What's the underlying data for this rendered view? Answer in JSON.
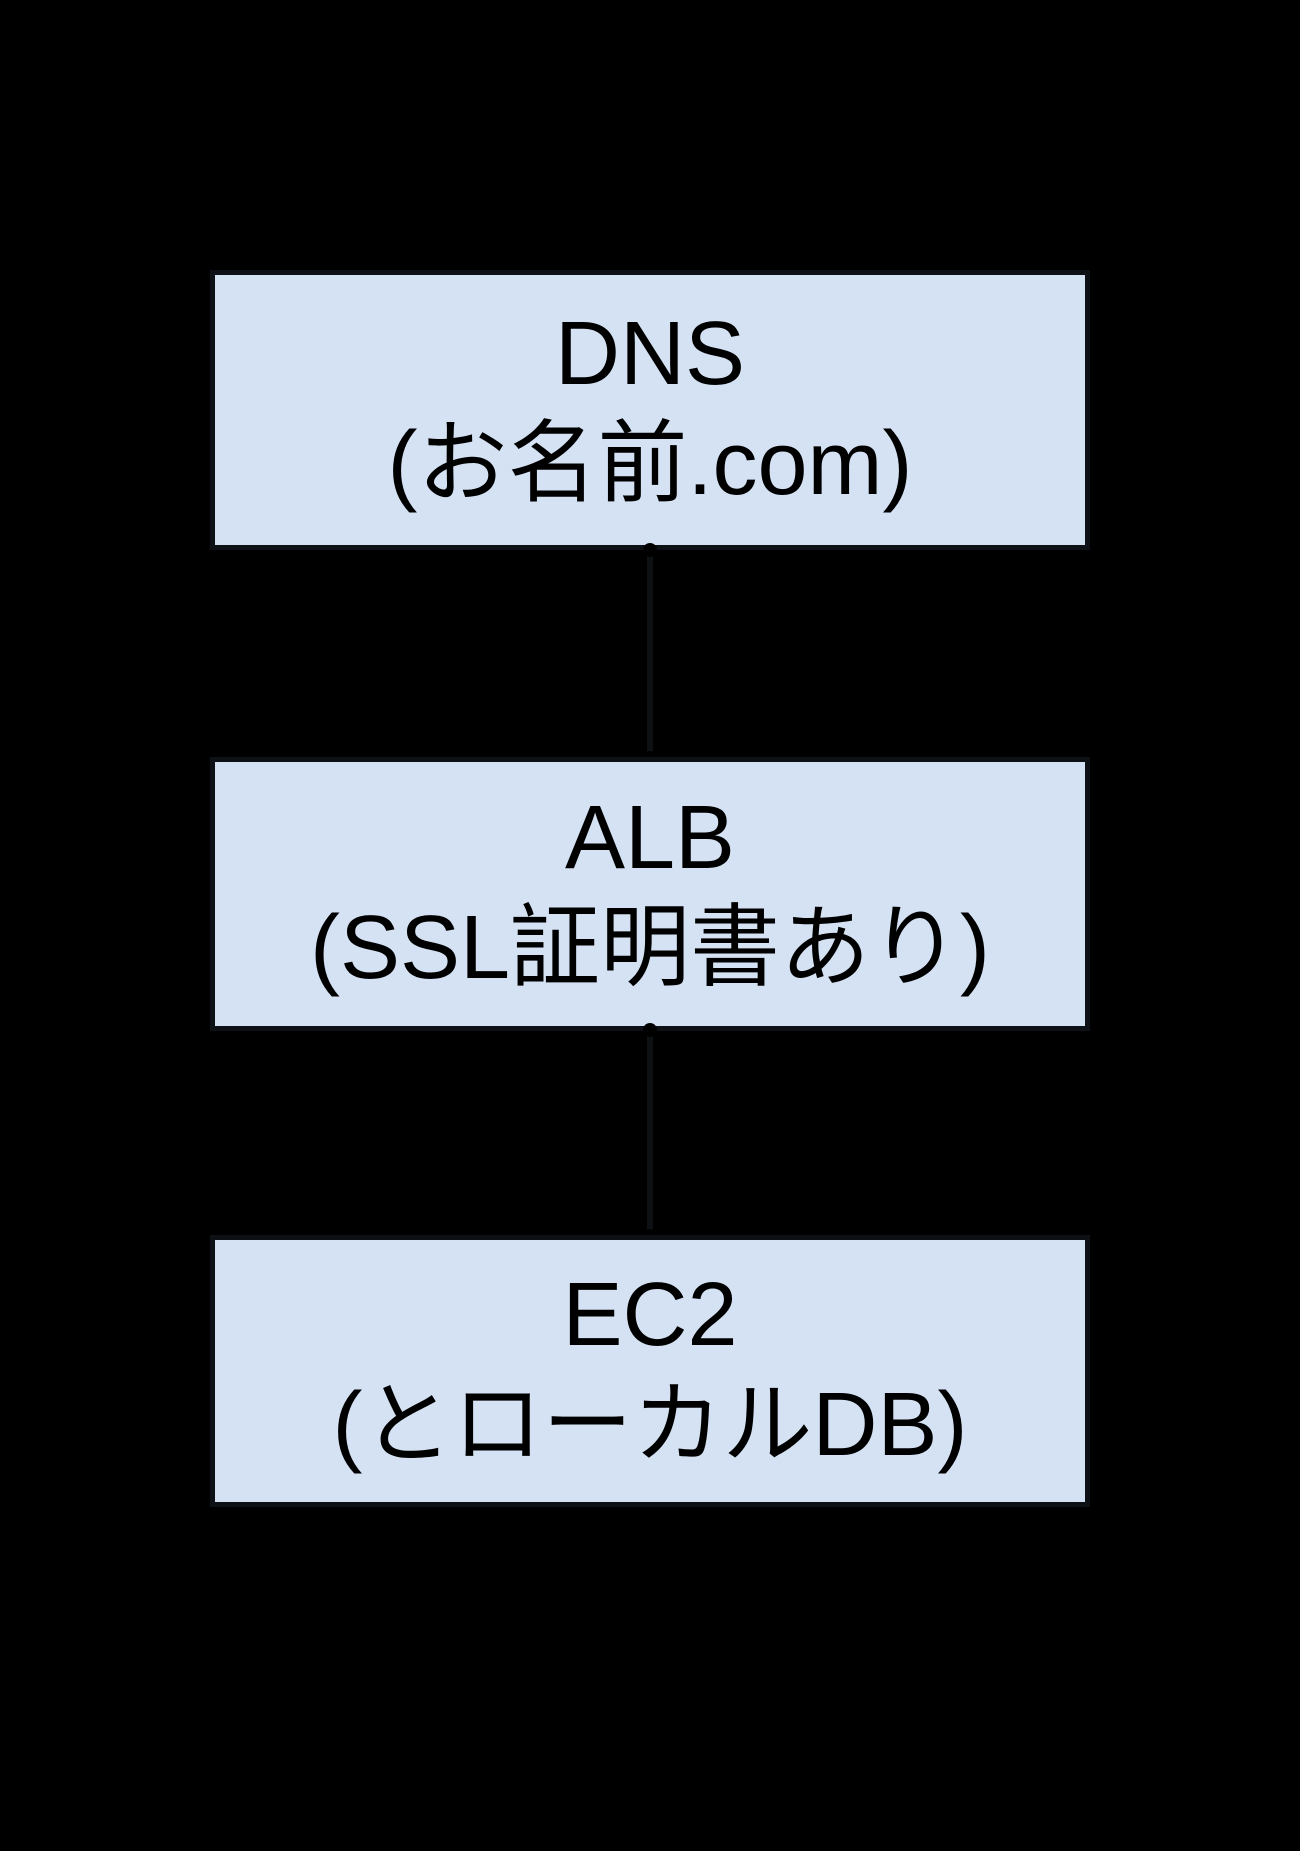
{
  "diagram": {
    "background_color": "#000000",
    "node_fill_color": "#d4e2f3",
    "node_border_color": "#0d1116",
    "text_color": "#000000",
    "nodes": [
      {
        "id": "dns",
        "line1": "DNS",
        "line2": "(お名前.com)"
      },
      {
        "id": "alb",
        "line1": "ALB",
        "line2": "(SSL証明書あり)"
      },
      {
        "id": "ec2",
        "line1": "EC2",
        "line2": "(とローカルDB)"
      }
    ],
    "connectors": [
      {
        "from": "dns",
        "to": "alb"
      },
      {
        "from": "alb",
        "to": "ec2"
      }
    ]
  }
}
